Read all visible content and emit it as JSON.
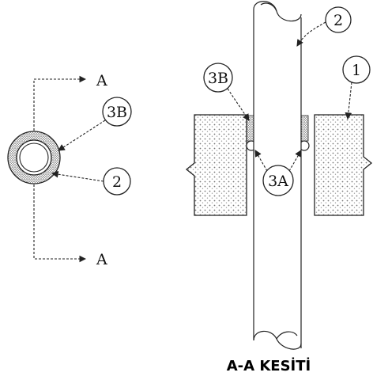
{
  "diagram": {
    "section_labels": {
      "top": "A",
      "bottom": "A"
    },
    "callouts": {
      "plan_seal": "3B",
      "plan_pipe": "2",
      "pipe": "2",
      "seal": "3B",
      "wall": "1",
      "filler": "3A"
    },
    "caption": "A-A KESİTİ",
    "colors": {
      "line": "#222222",
      "fill_dots": "#777777",
      "background": "#ffffff"
    }
  }
}
